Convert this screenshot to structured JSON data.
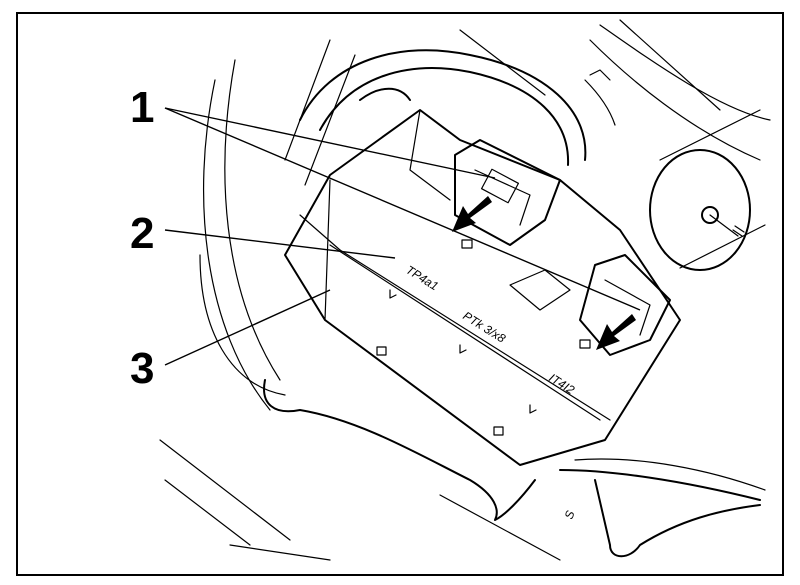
{
  "callouts": [
    {
      "id": "1",
      "label": "1"
    },
    {
      "id": "2",
      "label": "2"
    },
    {
      "id": "3",
      "label": "3"
    }
  ],
  "part_markings": {
    "top": "TP4a1",
    "middle": "PTk 3/x8",
    "lower": "IT4I2",
    "corner_letter": "S"
  },
  "colors": {
    "ink": "#000000",
    "paper": "#ffffff"
  }
}
